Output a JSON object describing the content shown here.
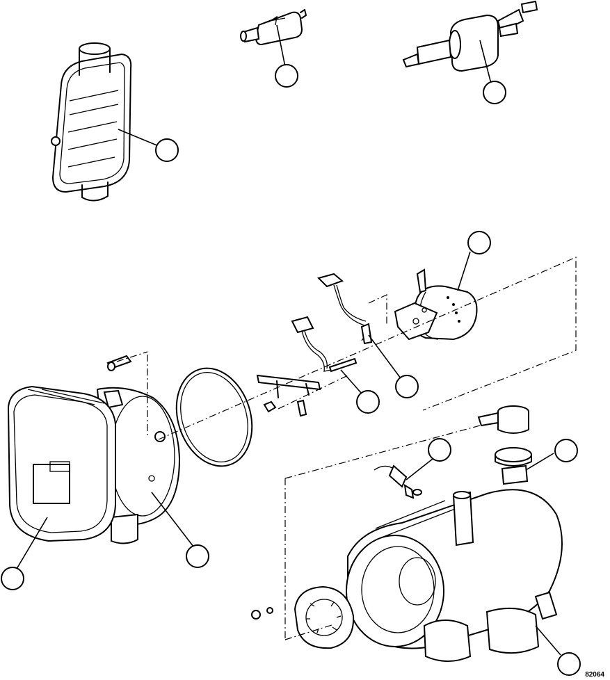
{
  "figure_id": "82064",
  "parts": [
    {
      "id": "muffler",
      "icon": "exhaust-silencer"
    },
    {
      "id": "fuel-filter",
      "icon": "fuel-filter"
    },
    {
      "id": "fuel-pump",
      "icon": "dosing-pump"
    },
    {
      "id": "burner",
      "icon": "burner-insert"
    },
    {
      "id": "glow-plug",
      "icon": "glow-pin"
    },
    {
      "id": "flame-sensor",
      "icon": "flame-sensor"
    },
    {
      "id": "blower",
      "icon": "combustion-air-blower"
    },
    {
      "id": "control-unit",
      "icon": "control-module"
    },
    {
      "id": "temp-sensor",
      "icon": "temperature-sensor"
    },
    {
      "id": "overheat-sensor",
      "icon": "overheat-sensor"
    },
    {
      "id": "heat-exchanger",
      "icon": "heat-exchanger"
    }
  ]
}
